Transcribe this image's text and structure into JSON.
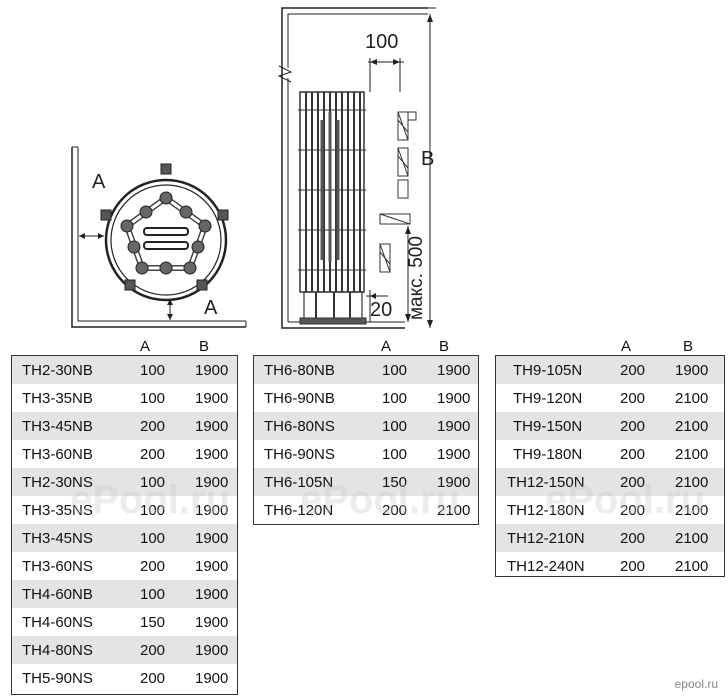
{
  "labels": {
    "a": "A",
    "b": "B",
    "dim_100": "100",
    "dim_20": "20",
    "dim_500": "макс. 500"
  },
  "table_header": {
    "col_a": "A",
    "col_b": "B"
  },
  "tables": [
    {
      "rows": [
        [
          "TH2-30NB",
          "100",
          "1900"
        ],
        [
          "TH3-35NB",
          "100",
          "1900"
        ],
        [
          "TH3-45NB",
          "200",
          "1900"
        ],
        [
          "TH3-60NB",
          "200",
          "1900"
        ],
        [
          "TH2-30NS",
          "100",
          "1900"
        ],
        [
          "TH3-35NS",
          "100",
          "1900"
        ],
        [
          "TH3-45NS",
          "100",
          "1900"
        ],
        [
          "TH3-60NS",
          "200",
          "1900"
        ],
        [
          "TH4-60NB",
          "100",
          "1900"
        ],
        [
          "TH4-60NS",
          "150",
          "1900"
        ],
        [
          "TH4-80NS",
          "200",
          "1900"
        ],
        [
          "TH5-90NS",
          "200",
          "1900"
        ]
      ]
    },
    {
      "rows": [
        [
          "TH6-80NB",
          "100",
          "1900"
        ],
        [
          "TH6-90NB",
          "100",
          "1900"
        ],
        [
          "TH6-80NS",
          "100",
          "1900"
        ],
        [
          "TH6-90NS",
          "100",
          "1900"
        ],
        [
          "TH6-105N",
          "150",
          "1900"
        ],
        [
          "TH6-120N",
          "200",
          "2100"
        ]
      ]
    },
    {
      "rows": [
        [
          "TH9-105N",
          "200",
          "1900"
        ],
        [
          "TH9-120N",
          "200",
          "2100"
        ],
        [
          "TH9-150N",
          "200",
          "2100"
        ],
        [
          "TH9-180N",
          "200",
          "2100"
        ],
        [
          "TH12-150N",
          "200",
          "2100"
        ],
        [
          "TH12-180N",
          "200",
          "2100"
        ],
        [
          "TH12-210N",
          "200",
          "2100"
        ],
        [
          "TH12-240N",
          "200",
          "2100"
        ]
      ]
    }
  ],
  "watermarks": [
    "ePool.ru",
    "ePool.ru",
    "ePool.ru"
  ],
  "logo": "epool.ru"
}
